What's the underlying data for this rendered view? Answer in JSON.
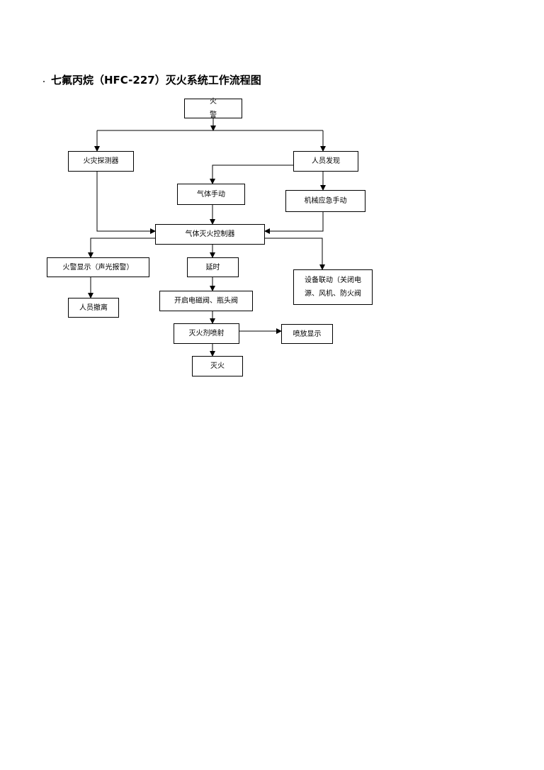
{
  "title": "七氟丙烷（HFC-227）灭火系统工作流程图",
  "nodes": {
    "fire_alarm": "火 警",
    "fire_detector": "火灾探测器",
    "person_found": "人员发现",
    "gas_manual": "气体手动",
    "mech_emergency_manual": "机械应急手动",
    "gas_controller": "气体灭火控制器",
    "alarm_display": "火警显示（声光报警）",
    "delay": "延时",
    "equipment_linkage": "设备联动（关闭电\n源、风机、防火阀",
    "evacuation": "人员撤离",
    "open_valves": "开启电磁阀、瓶头阀",
    "agent_spray": "灭火剂喷射",
    "spray_display": "喷放显示",
    "extinguish": "灭火"
  }
}
